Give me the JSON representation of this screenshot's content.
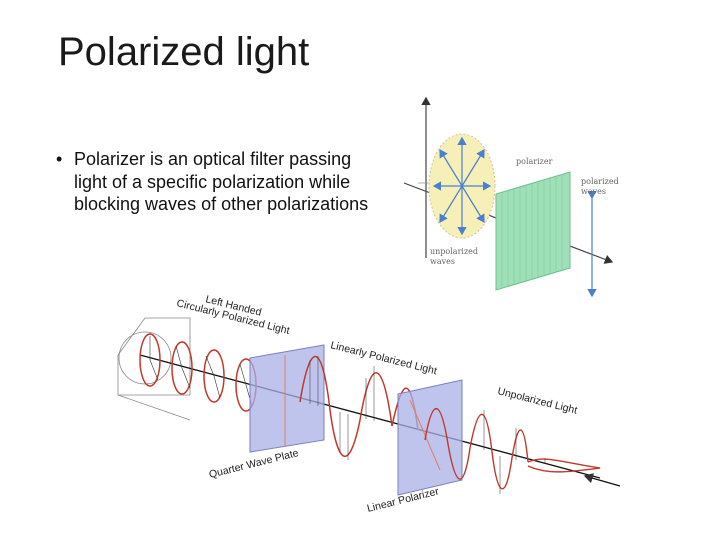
{
  "slide": {
    "title": "Polarized light",
    "bullet": "Polarizer is an optical filter passing light of a specific polarization while blocking waves of other polarizations"
  },
  "figure_top": {
    "polarizer_label": "polarizer",
    "polarized_label_1": "polarized",
    "polarized_label_2": "waves",
    "unpolarized_label_1": "unpolarized",
    "unpolarized_label_2": "waves"
  },
  "figure_bottom": {
    "circular_1": "Left Handed",
    "circular_2": "Circularly Polarized Light",
    "linear": "Linearly Polarized Light",
    "unpolarized": "Unpolarized Light",
    "quarter_wave": "Quarter Wave Plate",
    "linear_polarizer": "Linear Polarizer"
  },
  "colors": {
    "filter_green": "#9fe0b8",
    "plate_blue": "#aab0e6",
    "wave_red": "#c0392b",
    "halo_yellow": "#f6f0b8",
    "arrow_blue": "#4a7fd0"
  }
}
